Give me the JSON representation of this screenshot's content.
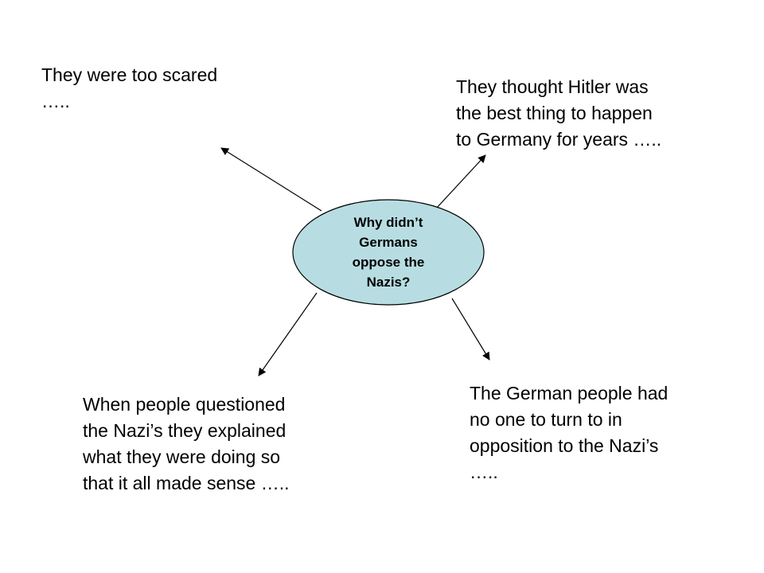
{
  "diagram": {
    "center": {
      "text": "Why didn’t\nGermans\noppose the\nNazis?",
      "fill": "#b7dde2",
      "stroke": "#000000"
    },
    "notes": {
      "top_left": "They were too scared\n…..",
      "top_right": "They thought Hitler was\nthe best thing to happen\nto Germany for years …..",
      "bottom_left": "When people questioned\nthe Nazi’s they explained\nwhat they were doing so\nthat it all made sense …..",
      "bottom_right": "The German people had\nno one to turn to in\nopposition to the Nazi’s\n….."
    },
    "arrow_color": "#000000"
  }
}
